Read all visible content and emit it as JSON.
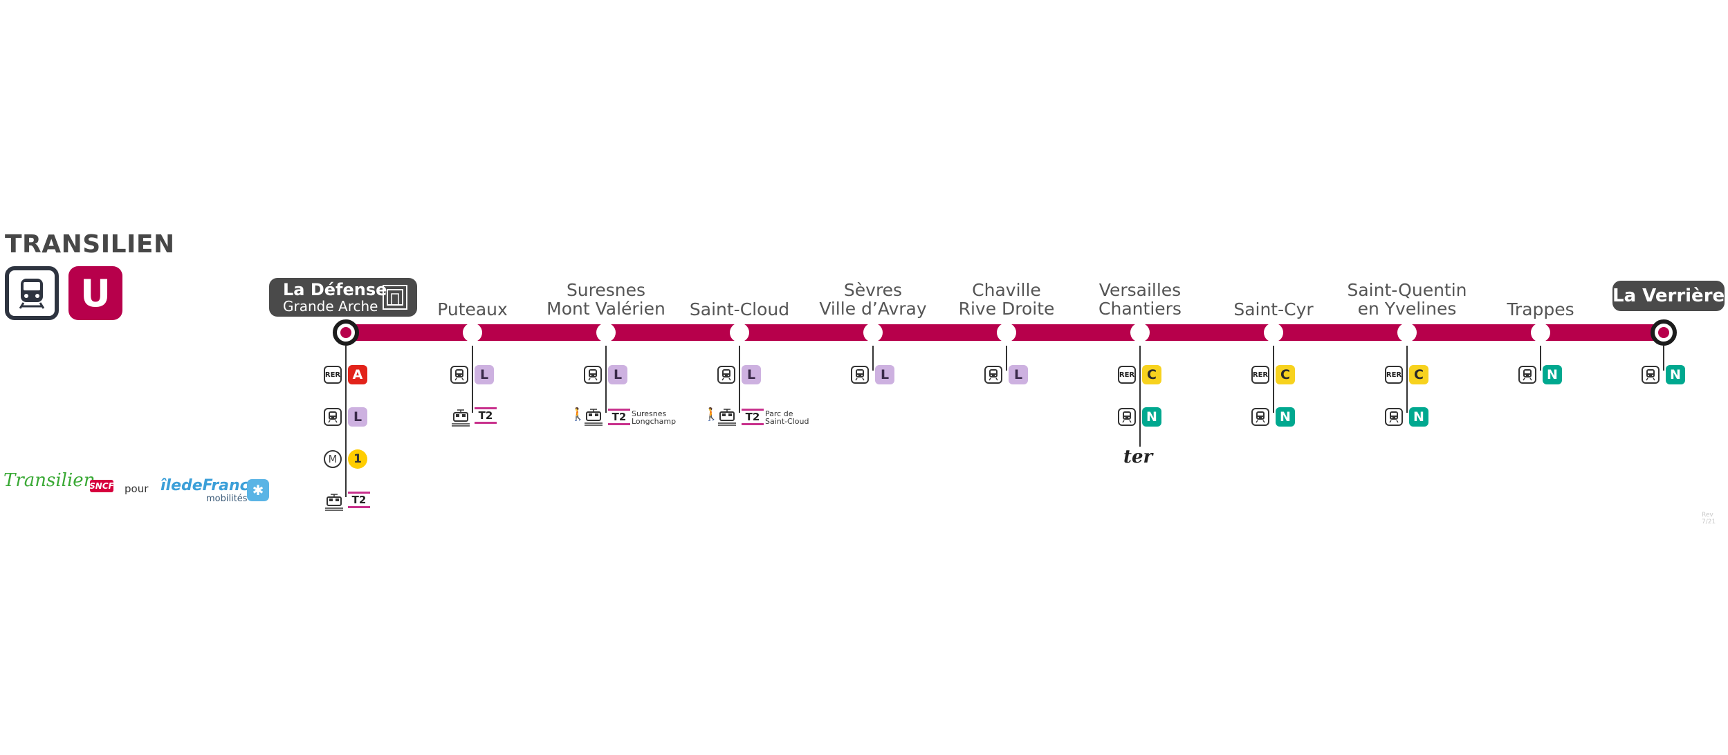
{
  "header": {
    "title": "TRANSILIEN",
    "mode_icon": "train-icon",
    "line": "U"
  },
  "colors": {
    "line": "#b7004b",
    "rer_A": "#e2231a",
    "line_L": "#cdb1e0",
    "rer_C": "#f7d21e",
    "line_N": "#00a88f",
    "metro_1": "#ffcd00",
    "tram_T2": "#c8308c"
  },
  "footer": {
    "transilien": "Transilien",
    "sncf": "SNCF",
    "pour": "pour",
    "idf": "îledeFrance",
    "idf_sub": "mobilités",
    "credit": "Rev 7/21"
  },
  "stations": [
    {
      "name": [
        "La Défense",
        "Grande Arche"
      ],
      "terminus": true,
      "connections": [
        {
          "kind": "rer",
          "badge": "A"
        },
        {
          "kind": "train",
          "badge": "L"
        },
        {
          "kind": "metro",
          "badge": "1"
        },
        {
          "kind": "tram",
          "badge": "T2"
        }
      ]
    },
    {
      "name": [
        "Puteaux"
      ],
      "connections": [
        {
          "kind": "train",
          "badge": "L"
        },
        {
          "kind": "tram",
          "badge": "T2"
        }
      ]
    },
    {
      "name": [
        "Suresnes",
        "Mont Valérien"
      ],
      "connections": [
        {
          "kind": "train",
          "badge": "L"
        },
        {
          "kind": "walk-tram",
          "badge": "T2",
          "note": [
            "Suresnes",
            "Longchamp"
          ]
        }
      ]
    },
    {
      "name": [
        "Saint-Cloud"
      ],
      "connections": [
        {
          "kind": "train",
          "badge": "L"
        },
        {
          "kind": "walk-tram",
          "badge": "T2",
          "note": [
            "Parc de",
            "Saint-Cloud"
          ]
        }
      ]
    },
    {
      "name": [
        "Sèvres",
        "Ville d’Avray"
      ],
      "connections": [
        {
          "kind": "train",
          "badge": "L"
        }
      ]
    },
    {
      "name": [
        "Chaville",
        "Rive Droite"
      ],
      "connections": [
        {
          "kind": "train",
          "badge": "L"
        }
      ]
    },
    {
      "name": [
        "Versailles",
        "Chantiers"
      ],
      "connections": [
        {
          "kind": "rer",
          "badge": "C"
        },
        {
          "kind": "train",
          "badge": "N"
        },
        {
          "kind": "ter",
          "badge": "ter"
        }
      ]
    },
    {
      "name": [
        "Saint-Cyr"
      ],
      "connections": [
        {
          "kind": "rer",
          "badge": "C"
        },
        {
          "kind": "train",
          "badge": "N"
        }
      ]
    },
    {
      "name": [
        "Saint-Quentin",
        "en Yvelines"
      ],
      "connections": [
        {
          "kind": "rer",
          "badge": "C"
        },
        {
          "kind": "train",
          "badge": "N"
        }
      ]
    },
    {
      "name": [
        "Trappes"
      ],
      "connections": [
        {
          "kind": "train",
          "badge": "N"
        }
      ]
    },
    {
      "name": [
        "La Verrière"
      ],
      "terminus": true,
      "connections": [
        {
          "kind": "train",
          "badge": "N"
        }
      ]
    }
  ]
}
